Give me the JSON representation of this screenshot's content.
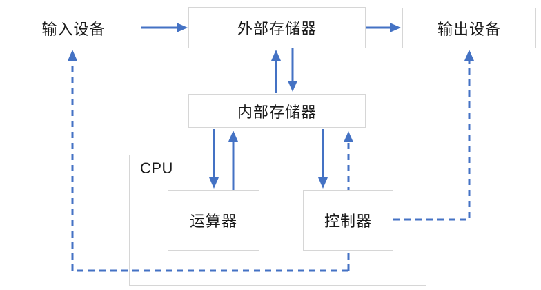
{
  "diagram": {
    "nodes": {
      "input_device": {
        "label": "输入设备"
      },
      "external_storage": {
        "label": "外部存储器"
      },
      "output_device": {
        "label": "输出设备"
      },
      "internal_storage": {
        "label": "内部存储器"
      },
      "cpu": {
        "label": "CPU"
      },
      "alu": {
        "label": "运算器"
      },
      "control_unit": {
        "label": "控制器"
      }
    },
    "edges": [
      {
        "from": "input_device",
        "to": "external_storage",
        "style": "solid"
      },
      {
        "from": "external_storage",
        "to": "output_device",
        "style": "solid"
      },
      {
        "from": "internal_storage",
        "to": "external_storage",
        "style": "solid"
      },
      {
        "from": "external_storage",
        "to": "internal_storage",
        "style": "solid"
      },
      {
        "from": "internal_storage",
        "to": "alu",
        "style": "solid"
      },
      {
        "from": "alu",
        "to": "internal_storage",
        "style": "solid"
      },
      {
        "from": "internal_storage",
        "to": "control_unit",
        "style": "solid"
      },
      {
        "from": "control_unit",
        "to": "internal_storage",
        "style": "dashed"
      },
      {
        "from": "control_unit",
        "to": "output_device",
        "style": "dashed"
      },
      {
        "from": "control_unit",
        "to": "input_device",
        "style": "dashed"
      }
    ],
    "colors": {
      "arrow": "#4472C4",
      "box_border": "#D6D6D6",
      "text": "#1A1A1A",
      "background": "#FFFFFF"
    }
  }
}
